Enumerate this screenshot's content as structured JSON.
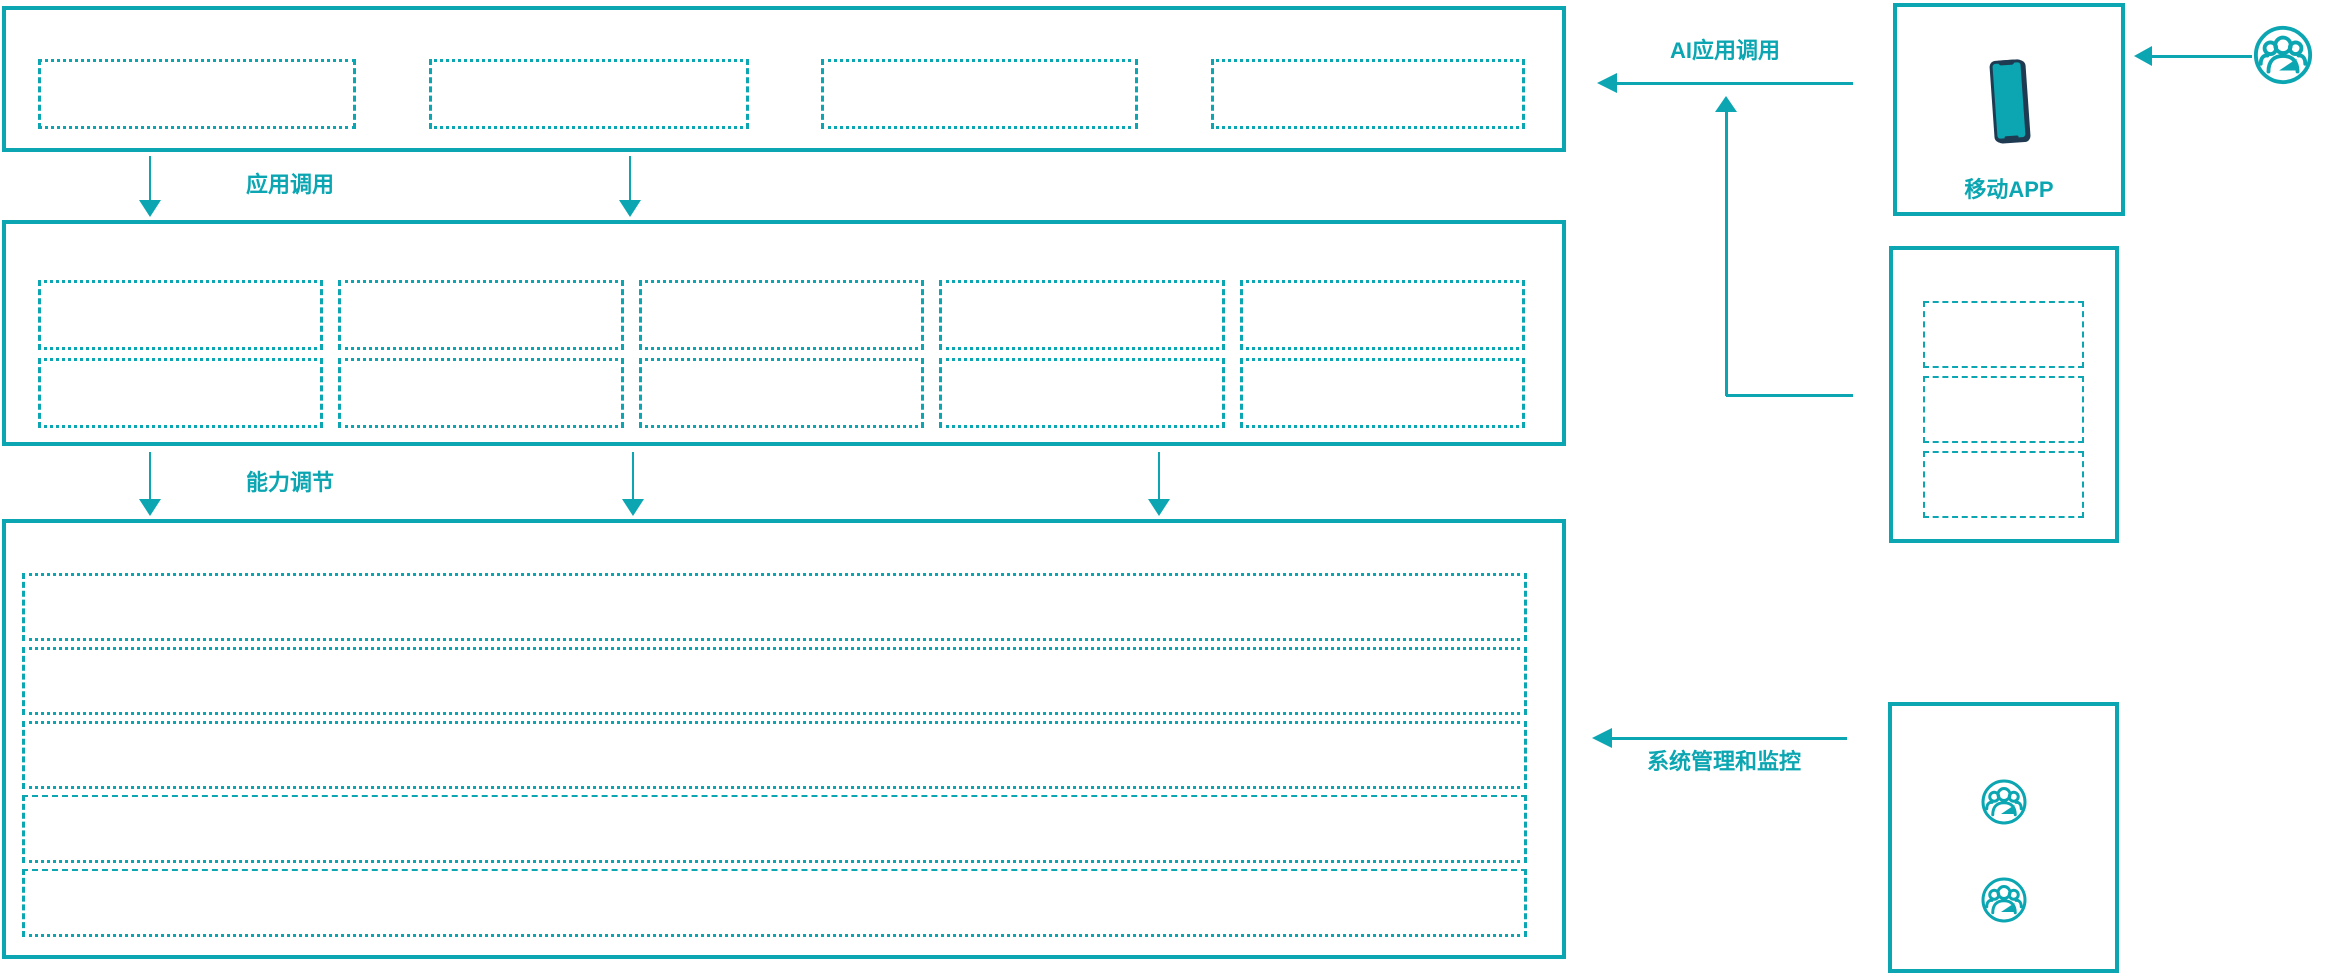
{
  "colors": {
    "accent": "#0ba6b2",
    "phone_body": "#1f3b52",
    "background": "#ffffff"
  },
  "flow_labels": {
    "app_call": "应用调用",
    "capability_adjust": "能力调节",
    "ai_app_call": "AI应用调用",
    "system_management_monitoring": "系统管理和监控"
  },
  "right_panel": {
    "mobile_app_label": "移动APP"
  },
  "icons": {
    "user_group": "users-icon",
    "mobile_phone": "smartphone-icon"
  },
  "structure": {
    "top_layer_placeholders": 4,
    "middle_layer_rows": 2,
    "middle_layer_cols": 5,
    "bottom_layer_rows": 5,
    "service_box_placeholders": 3,
    "admin_user_icons": 2
  }
}
